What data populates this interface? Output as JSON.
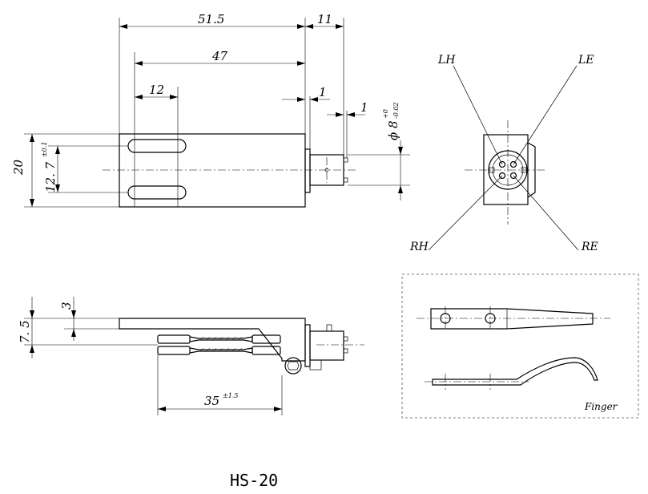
{
  "title": "HS-20",
  "dimensions": {
    "overall_length": "51.5",
    "slot_span": "47",
    "slot_length": "12",
    "connector_length": "11",
    "gap_1a": "1",
    "gap_1b": "1",
    "height": "20",
    "slot_pitch": "12. 7",
    "slot_pitch_tol": "±0.1",
    "pin_diameter": "ϕ 8",
    "pin_diameter_tol_upper": "+0",
    "pin_diameter_tol_lower": "-0.02",
    "side_height": "7. 5",
    "side_thickness": "3",
    "wire_length": "35",
    "wire_length_tol": "±1.5"
  },
  "pins": {
    "lh": "LH",
    "le": "LE",
    "rh": "RH",
    "re": "RE"
  },
  "finger_label": "Finger"
}
